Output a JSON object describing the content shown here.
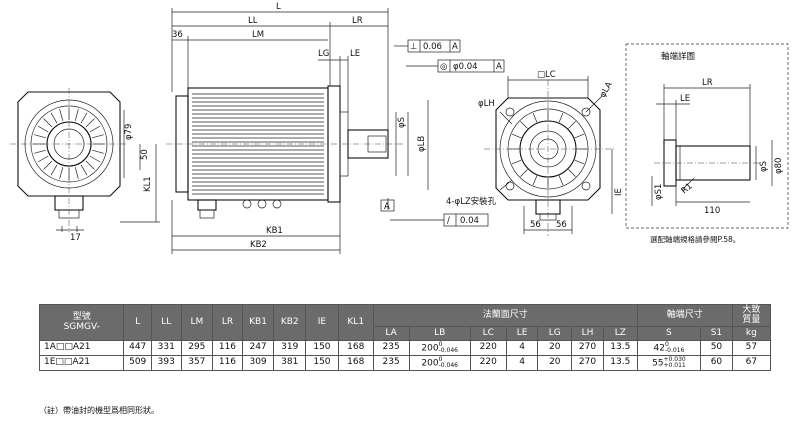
{
  "drawing": {
    "top": {
      "L": "L",
      "LL": "LL",
      "LR": "LR",
      "d36": "36",
      "LM": "LM",
      "LG": "LG",
      "LE": "LE"
    },
    "tol1": {
      "sym": "⊥",
      "val": "0.06",
      "ref": "A"
    },
    "tol2": {
      "sym": "◎",
      "val": "φ0.04",
      "ref": "A"
    },
    "tol3": {
      "sym": "/",
      "val": "0.04"
    },
    "left": {
      "phi79": "φ79",
      "d50": "50",
      "KL1": "KL1",
      "d17": "17"
    },
    "side": {
      "phiS": "φS",
      "phiLB": "φLB",
      "refA": "A",
      "KB1": "KB1",
      "KB2": "KB2"
    },
    "flange": {
      "LC": "□LC",
      "LH": "φLH",
      "LA": "φLA",
      "IE": "IE",
      "holes": "4-φLZ安裝孔",
      "d56a": "56",
      "d56b": "56"
    },
    "detail": {
      "title": "軸端詳圖",
      "LR": "LR",
      "LE": "LE",
      "phiS": "φS",
      "phi80": "φ80",
      "phiS1": "φS1",
      "R1": "R1",
      "d110": "110",
      "note": "選配軸端規格請參閱P.58。"
    }
  },
  "table": {
    "model_label": "型號",
    "model_series": "SGMGV-",
    "columns": [
      "L",
      "LL",
      "LM",
      "LR",
      "KB1",
      "KB2",
      "IE",
      "KL1"
    ],
    "flange_group": "法蘭面尺寸",
    "flange_cols": [
      "LA",
      "LB",
      "LC",
      "LE",
      "LG",
      "LH",
      "LZ"
    ],
    "shaft_group": "軸端尺寸",
    "shaft_cols": [
      "S",
      "S1"
    ],
    "mass_label": "大致\n質量",
    "mass_unit": "kg",
    "rows": [
      {
        "model": "1A□□A21",
        "L": "447",
        "LL": "331",
        "LM": "295",
        "LR": "116",
        "KB1": "247",
        "KB2": "319",
        "IE": "150",
        "KL1": "168",
        "LA": "235",
        "LB": "200",
        "LB_tol_top": "0",
        "LB_tol_bot": "-0.046",
        "LC": "220",
        "LE": "4",
        "LG": "20",
        "LH": "270",
        "LZ": "13.5",
        "S": "42",
        "S_tol_top": "0",
        "S_tol_bot": "-0.016",
        "S1": "50",
        "mass": "57"
      },
      {
        "model": "1E□□A21",
        "L": "509",
        "LL": "393",
        "LM": "357",
        "LR": "116",
        "KB1": "309",
        "KB2": "381",
        "IE": "150",
        "KL1": "168",
        "LA": "235",
        "LB": "200",
        "LB_tol_top": "0",
        "LB_tol_bot": "-0.046",
        "LC": "220",
        "LE": "4",
        "LG": "20",
        "LH": "270",
        "LZ": "13.5",
        "S": "55",
        "S_tol_top": "+0.030",
        "S_tol_bot": "+0.011",
        "S1": "60",
        "mass": "67"
      }
    ]
  },
  "footnote": "（註）帶油封的機型爲相同形狀。"
}
